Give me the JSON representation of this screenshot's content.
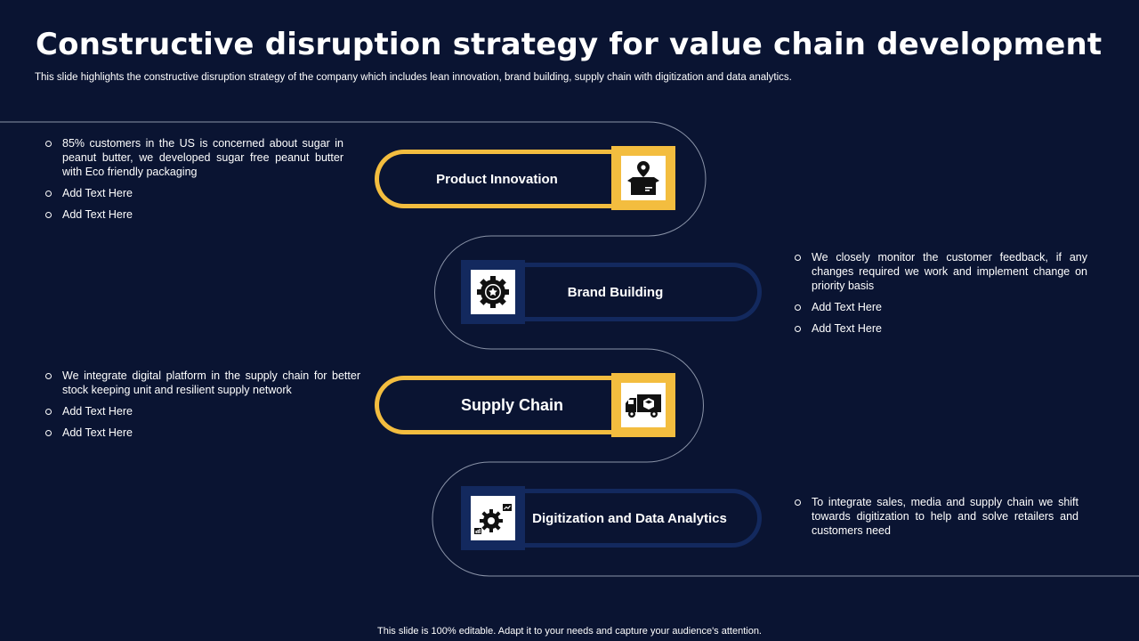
{
  "slide": {
    "title": "Constructive disruption strategy for value chain development",
    "subtitle": "This slide highlights the constructive disruption strategy of the company which includes lean innovation, brand building, supply chain with digitization and data analytics.",
    "footer": "This slide is 100% editable. Adapt it to your needs and capture your audience's attention."
  },
  "colors": {
    "background": "#0a1432",
    "accent_gold": "#f3bd3f",
    "accent_navy": "#13295e",
    "track_line": "#8a93a8"
  },
  "steps": [
    {
      "label": "Product Innovation",
      "icon": "product-box-location-icon",
      "points": [
        "85% customers in the US is concerned about sugar in peanut butter, we developed sugar free peanut butter with Eco friendly packaging",
        "Add Text Here",
        "Add Text Here"
      ]
    },
    {
      "label": "Brand Building",
      "icon": "badge-star-icon",
      "points": [
        "We closely monitor the customer feedback, if any changes required we work and implement change on priority basis",
        "Add Text Here",
        "Add Text Here"
      ]
    },
    {
      "label": "Supply Chain",
      "icon": "delivery-truck-icon",
      "points": [
        "We integrate digital platform in the supply chain for better stock keeping unit and resilient supply network",
        "Add Text Here",
        "Add Text Here"
      ]
    },
    {
      "label": "Digitization and Data Analytics",
      "icon": "gear-analytics-icon",
      "points": [
        "To integrate sales, media and supply chain we shift towards digitization to help and solve retailers and customers need"
      ]
    }
  ]
}
